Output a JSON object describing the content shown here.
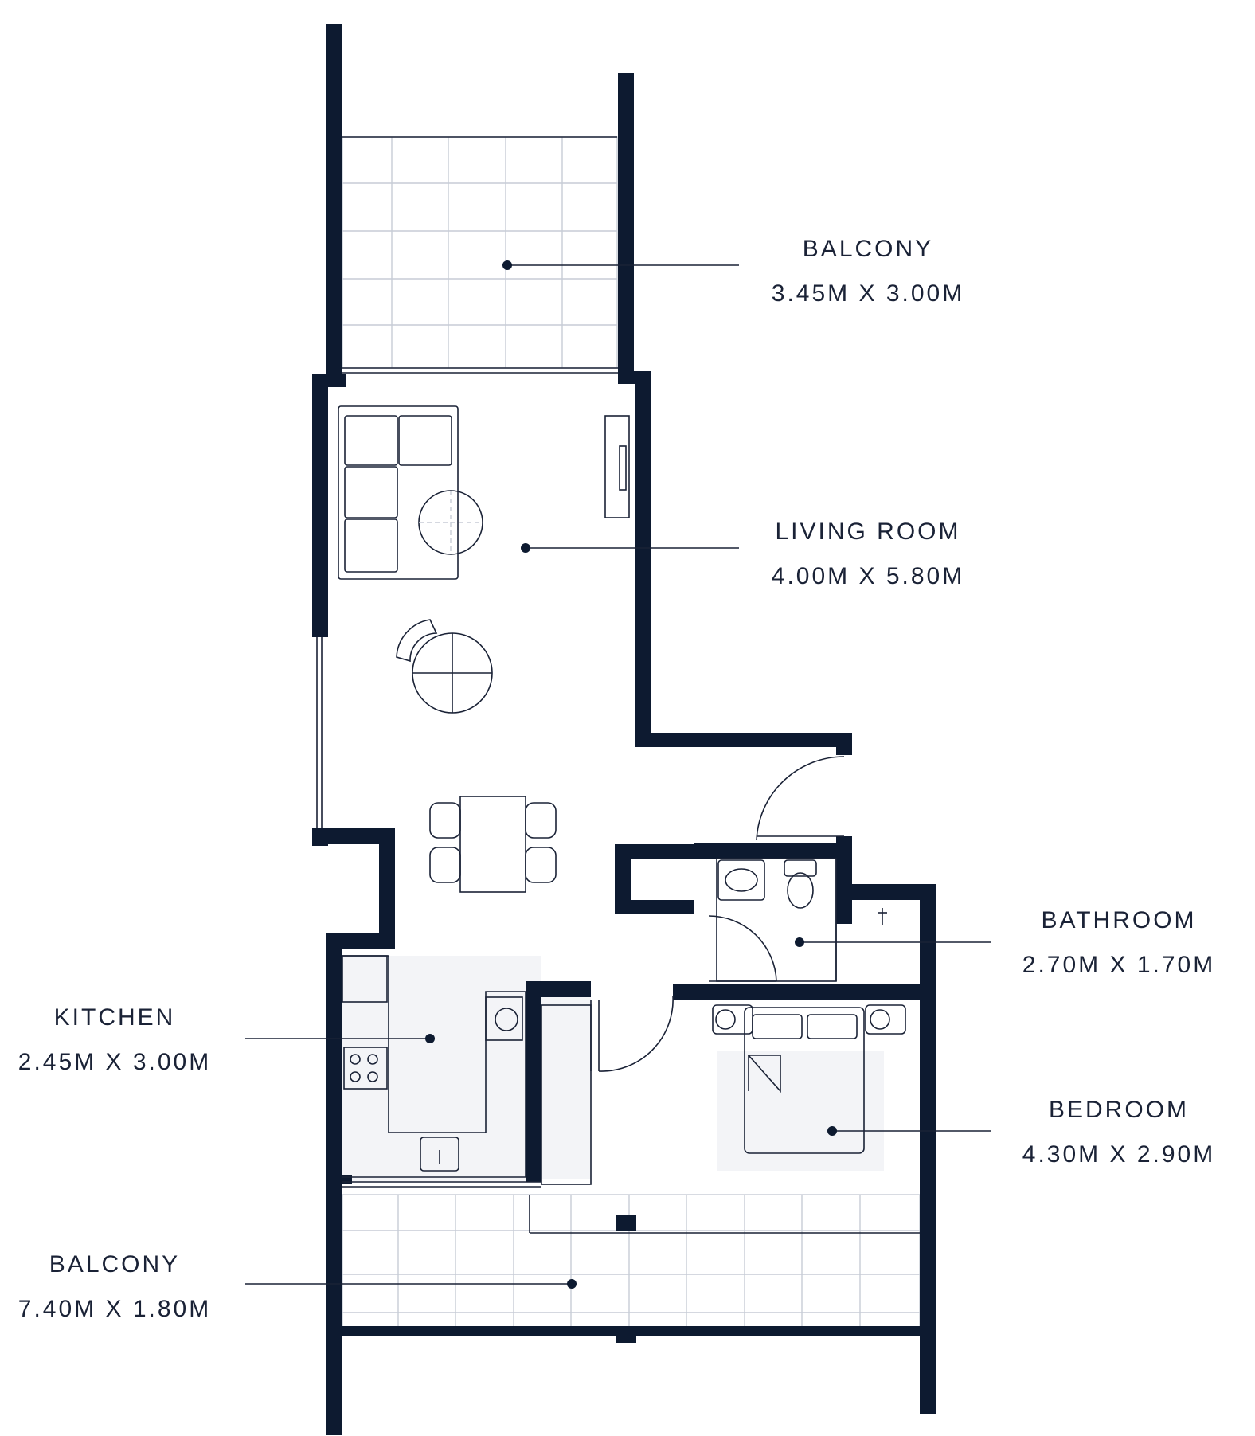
{
  "title": "Apartment floor plan",
  "accent_color": "#0d1a30",
  "rooms": [
    {
      "id": "balcony-top",
      "name": "BALCONY",
      "size": "3.45M X 3.00M"
    },
    {
      "id": "living-room",
      "name": "LIVING ROOM",
      "size": "4.00M X 5.80M"
    },
    {
      "id": "bathroom",
      "name": "BATHROOM",
      "size": "2.70M X 1.70M"
    },
    {
      "id": "bedroom",
      "name": "BEDROOM",
      "size": "4.30M X 2.90M"
    },
    {
      "id": "kitchen",
      "name": "KITCHEN",
      "size": "2.45M X 3.00M"
    },
    {
      "id": "balcony-bottom",
      "name": "BALCONY",
      "size": "7.40M X 1.80M"
    }
  ]
}
